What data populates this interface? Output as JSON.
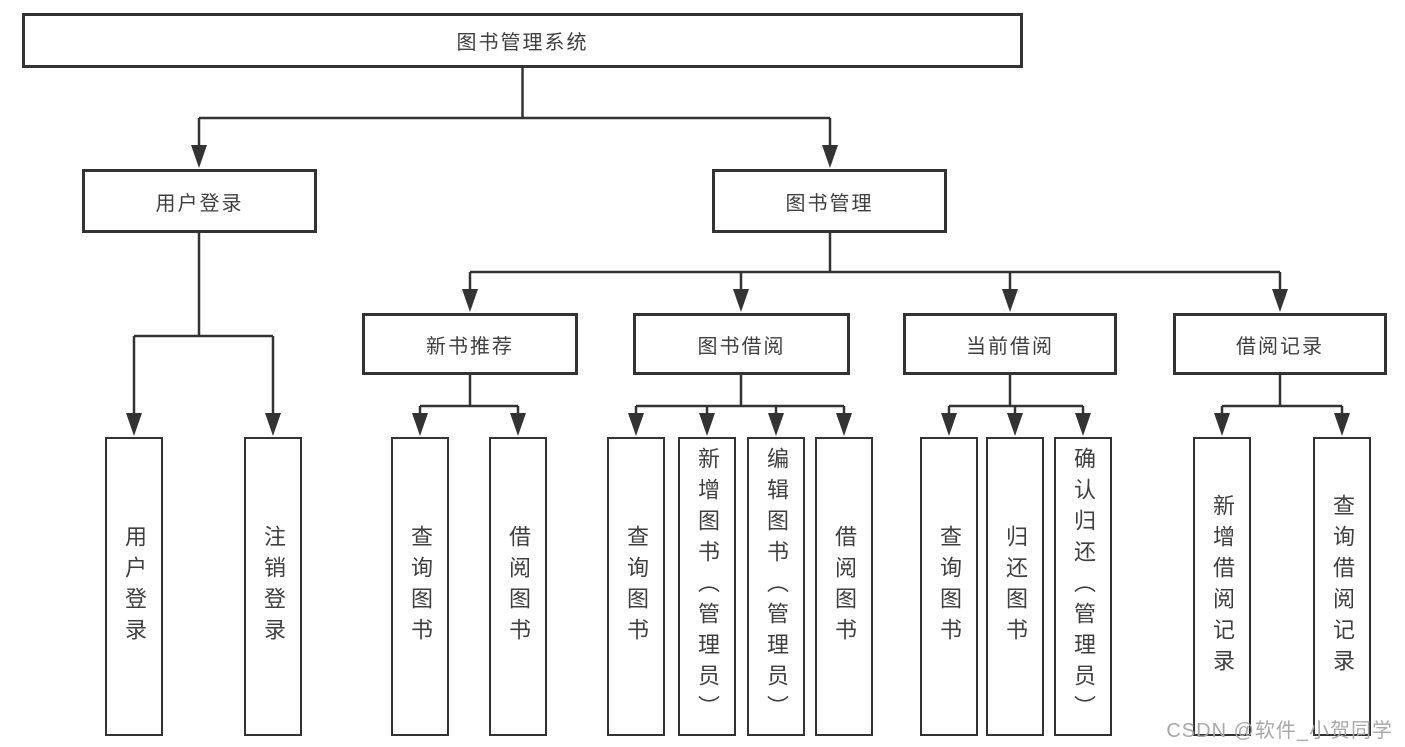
{
  "tree": {
    "label": "图书管理系统",
    "children": [
      {
        "label": "用户登录",
        "children": [
          {
            "label": "用户登录"
          },
          {
            "label": "注销登录"
          }
        ]
      },
      {
        "label": "图书管理",
        "children": [
          {
            "label": "新书推荐",
            "children": [
              {
                "label": "查询图书"
              },
              {
                "label": "借阅图书"
              }
            ]
          },
          {
            "label": "图书借阅",
            "children": [
              {
                "label": "查询图书"
              },
              {
                "label": "新增图书（管理员）"
              },
              {
                "label": "编辑图书（管理员）"
              },
              {
                "label": "借阅图书"
              }
            ]
          },
          {
            "label": "当前借阅",
            "children": [
              {
                "label": "查询图书"
              },
              {
                "label": "归还图书"
              },
              {
                "label": "确认归还（管理员）"
              }
            ]
          },
          {
            "label": "借阅记录",
            "children": [
              {
                "label": "新增借阅记录"
              },
              {
                "label": "查询借阅记录"
              }
            ]
          }
        ]
      }
    ]
  },
  "watermark": {
    "text": "CSDN @软件_小贺同学"
  },
  "colors": {
    "line": "#333333",
    "box_border": "#333333",
    "box_fill": "#ffffff",
    "text": "#3f3f3f",
    "watermark": "#a8a8a8",
    "background": "#ffffff"
  }
}
